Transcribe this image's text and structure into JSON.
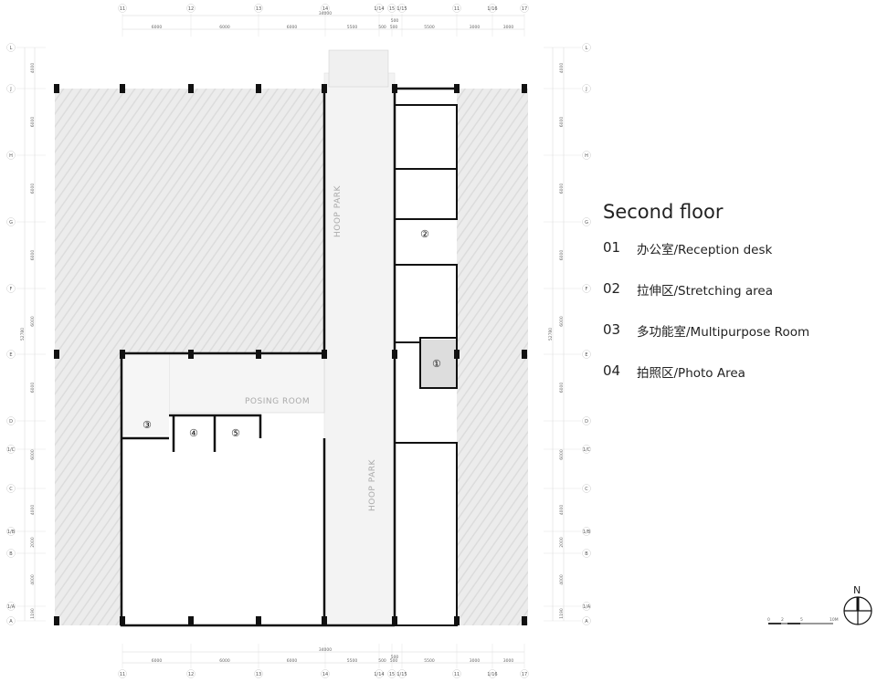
{
  "legend": {
    "title": "Second floor",
    "items": [
      {
        "num": "01",
        "label": "办公室/Reception desk"
      },
      {
        "num": "02",
        "label": "拉伸区/Stretching area"
      },
      {
        "num": "03",
        "label": "多功能室/Multipurpose Room"
      },
      {
        "num": "04",
        "label": "拍照区/Photo Area"
      }
    ]
  },
  "grid": {
    "columns": [
      "11",
      "12",
      "13",
      "14",
      "1/14",
      "15",
      "1/15",
      "11",
      "1/16",
      "17"
    ],
    "rows": [
      "L",
      "J",
      "H",
      "G",
      "F",
      "E",
      "D",
      "1/C",
      "C",
      "1/B",
      "B",
      "1/A",
      "A"
    ],
    "top_total": "34000",
    "top_dims": [
      "6000",
      "6000",
      "6000",
      "5500",
      "500",
      "500",
      "5500",
      "3000",
      "3000"
    ],
    "top_extra": "500",
    "left_total": "52780",
    "left_dims": [
      "4000",
      "6000",
      "6000",
      "6000",
      "6000",
      "6000",
      "6000",
      "4000",
      "2000",
      "4000",
      "1190"
    ]
  },
  "rooms": {
    "hoop_park_1": "HOOP PARK",
    "hoop_park_2": "HOOP PARK",
    "posing_room": "POSING ROOM",
    "markers": [
      "①",
      "②",
      "③",
      "④",
      "⑤"
    ]
  },
  "scale_bar": {
    "labels": [
      "0",
      "2",
      "5",
      "10M"
    ]
  },
  "north": {
    "label": "N"
  },
  "colors": {
    "wall": "#111111",
    "hatch": "#e6e6e6",
    "background": "#ffffff"
  }
}
